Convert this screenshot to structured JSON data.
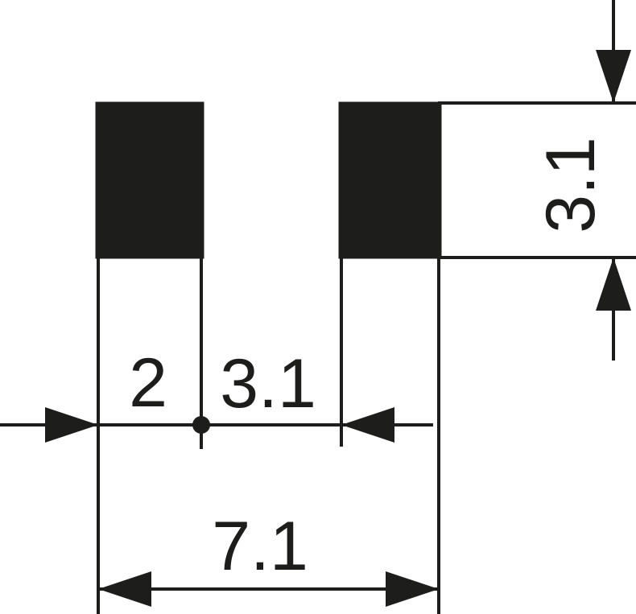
{
  "drawing": {
    "labels": {
      "pad_width": "2",
      "pad_gap": "3.1",
      "overall_width": "7.1",
      "pad_height": "3.1"
    },
    "colors": {
      "ink": "#1d1d1b",
      "background": "#ffffff"
    }
  }
}
